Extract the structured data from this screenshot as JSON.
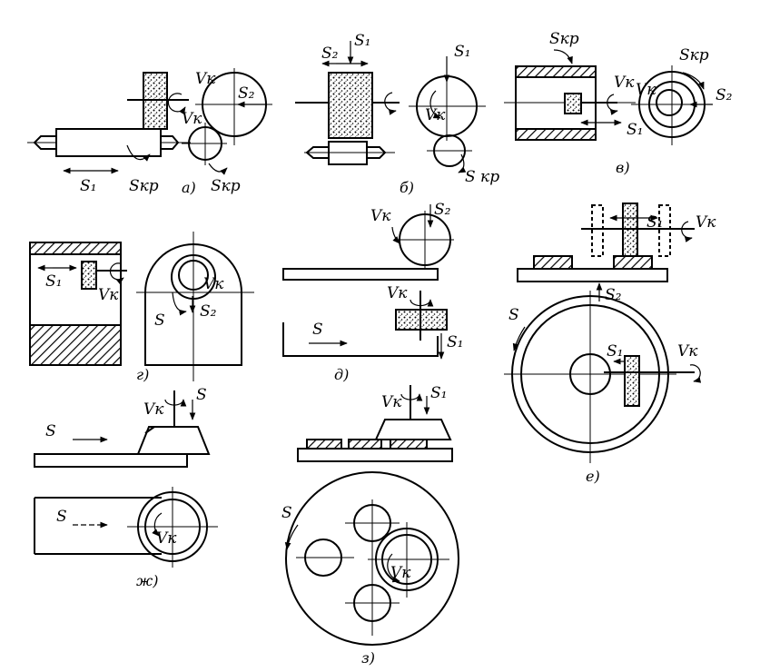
{
  "labels": {
    "s1": "S₁",
    "s2": "S₂",
    "s": "S",
    "vk": "Vк",
    "skr": "Sкр",
    "s_kr": "S кр"
  },
  "captions": {
    "a": "а)",
    "b": "б)",
    "v": "в)",
    "g": "г)",
    "d": "д)",
    "e": "е)",
    "zh": "ж)",
    "z": "з)"
  }
}
